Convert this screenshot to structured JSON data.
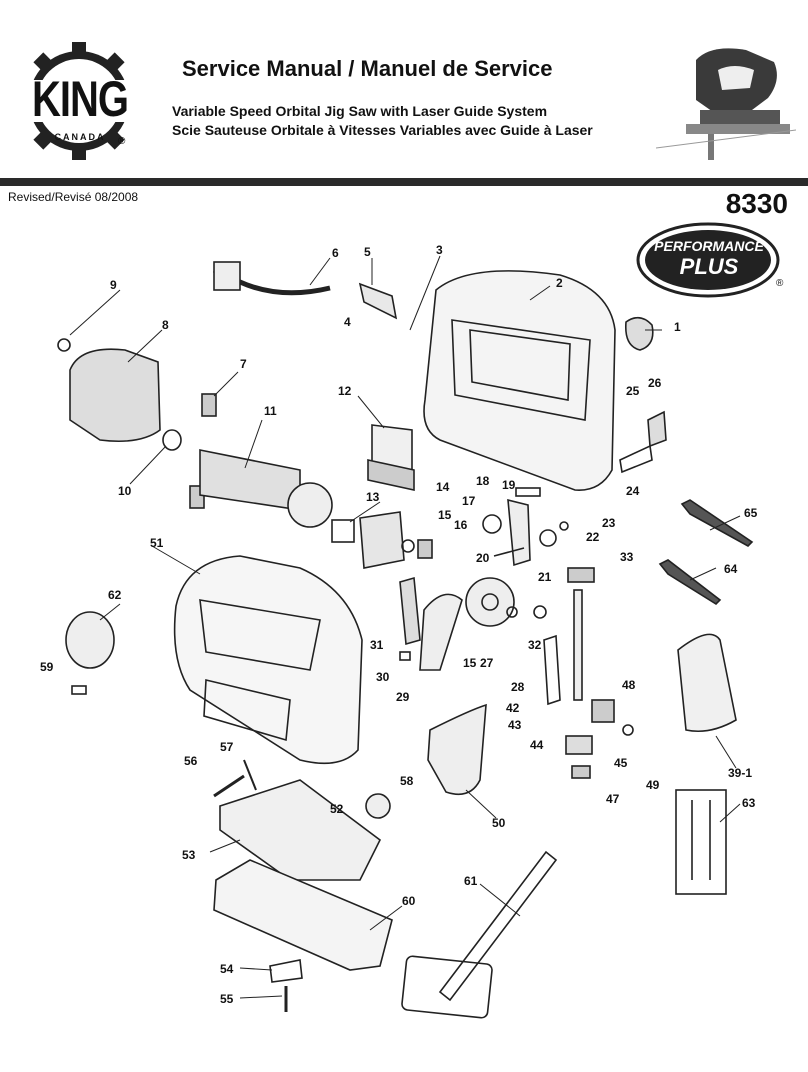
{
  "brand": {
    "logo_text": "KING",
    "logo_sub": "CANADA",
    "reg": "®"
  },
  "header": {
    "title": "Service Manual / Manuel de Service",
    "subtitle_en": "Variable Speed Orbital Jig Saw with Laser Guide System",
    "subtitle_fr": "Scie Sauteuse Orbitale à Vitesses Variables avec Guide à Laser"
  },
  "revision": "Revised/Revisé 08/2008",
  "model": "8330",
  "badge": {
    "line1": "PERFORMANCE",
    "line2": "PLUS",
    "reg": "®"
  },
  "parts": [
    "1",
    "2",
    "3",
    "4",
    "5",
    "6",
    "7",
    "8",
    "9",
    "10",
    "11",
    "12",
    "13",
    "14",
    "15",
    "15",
    "16",
    "17",
    "18",
    "19",
    "20",
    "21",
    "22",
    "23",
    "24",
    "25",
    "26",
    "27",
    "28",
    "29",
    "30",
    "31",
    "32",
    "33",
    "39-1",
    "42",
    "43",
    "44",
    "45",
    "47",
    "48",
    "49",
    "50",
    "51",
    "52",
    "53",
    "54",
    "55",
    "56",
    "57",
    "58",
    "59",
    "60",
    "61",
    "62",
    "63",
    "64",
    "65"
  ]
}
